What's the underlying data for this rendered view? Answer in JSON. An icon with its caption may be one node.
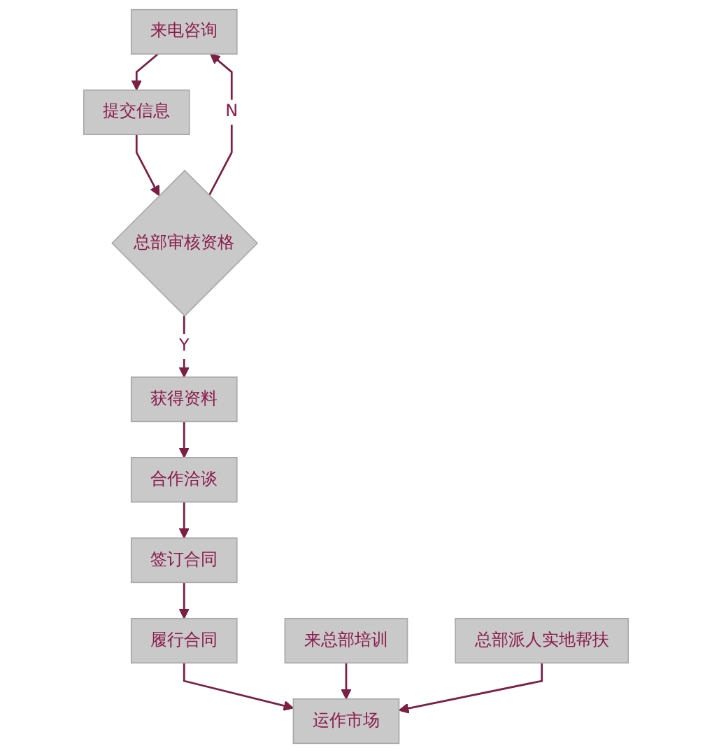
{
  "diagram": {
    "nodes": [
      {
        "text": [
          "来电咨询"
        ]
      },
      {
        "text": [
          "提交信息"
        ]
      },
      {
        "text": [
          "总部审核资格"
        ]
      },
      {
        "text": [
          "获得资料"
        ]
      },
      {
        "text": [
          "合作洽谈"
        ]
      },
      {
        "text": [
          "签订合同"
        ]
      },
      {
        "text": [
          "履行合同"
        ]
      },
      {
        "text": [
          "来总部培训"
        ]
      },
      {
        "text": [
          "运作市场"
        ]
      },
      {
        "text": [
          "总部派人实地帮扶"
        ]
      }
    ],
    "edges": [
      {
        "from": 0,
        "to": 1,
        "arrow": "to"
      },
      {
        "from": 1,
        "to": 2,
        "arrow": "to"
      },
      {
        "from": 2,
        "to": 0,
        "arrow": "to",
        "label": "N"
      },
      {
        "from": 2,
        "to": 3,
        "arrow": "to",
        "label": "Y"
      },
      {
        "from": 3,
        "to": 4,
        "arrow": "to"
      },
      {
        "from": 4,
        "to": 5,
        "arrow": "to"
      },
      {
        "from": 5,
        "to": 6,
        "arrow": "to"
      },
      {
        "from": 6,
        "to": 8,
        "arrow": "to"
      },
      {
        "from": 7,
        "to": 8,
        "arrow": "to"
      },
      {
        "from": 9,
        "to": 8,
        "arrow": "to"
      }
    ]
  }
}
